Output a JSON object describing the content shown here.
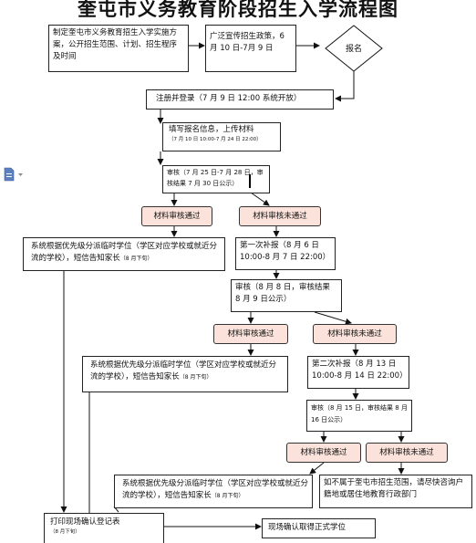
{
  "title": "奎屯市义务教育阶段招生入学流程图",
  "steps": {
    "plan": "制定奎屯市义务教育招生入学实施方案，公开招生范围、计划、招生程序及时间",
    "publicize": "广泛宣传招生政策，6月 10 日-7月 9 日",
    "signup": "报名",
    "register": "注册并登录（7 月 9 日 12:00 系统开放）",
    "fill_main": "填写报名信息，上传材料",
    "fill_sub": "（7 月 10 日 10:00-7 月 24 日 22:00）",
    "review1": "审核（7 月 25 日-7 月 28 日，审核结果 7 月 30 日公示）",
    "pass1": "材料审核通过",
    "fail1": "材料审核未通过",
    "assign1_main": "系统根据优先级分派临时学位（学区对应学校或就近分流的学校），短信告知家长",
    "assign1_tail": "（8 月下旬）",
    "supp1": "第一次补报（8 月 6 日 10:00-8 月 7 日 22:00）",
    "review2": "审核（8 月 8 日，审核结果 8 月 9 日公示）",
    "pass2": "材料审核通过",
    "fail2": "材料审核未通过",
    "assign2_main": "系统根据优先级分派临时学位（学区对应学校或就近分流的学校），短信告知家长",
    "assign2_tail": "（8 月下旬）",
    "supp2": "第二次补报（8 月 13 日 10:00-8 月 14 日 22:00）",
    "review3": "审核（8 月 15 日，审核结果 8 月 16 日公示）",
    "pass3": "材料审核通过",
    "fail3": "材料审核未通过",
    "assign3_main": "系统根据优先级分派临时学位（学区对应学校或就近分流的学校），短信告知家长",
    "assign3_tail": "（8 月下旬）",
    "notice": "如不属于奎屯市招生范围，请尽快咨询户籍地或居住地教育行政部门",
    "print_main": "打印现场确认登记表",
    "print_sub": "（8 月下旬）",
    "confirm": "现场确认取得正式学位"
  },
  "icons": {
    "document": "document-icon"
  }
}
